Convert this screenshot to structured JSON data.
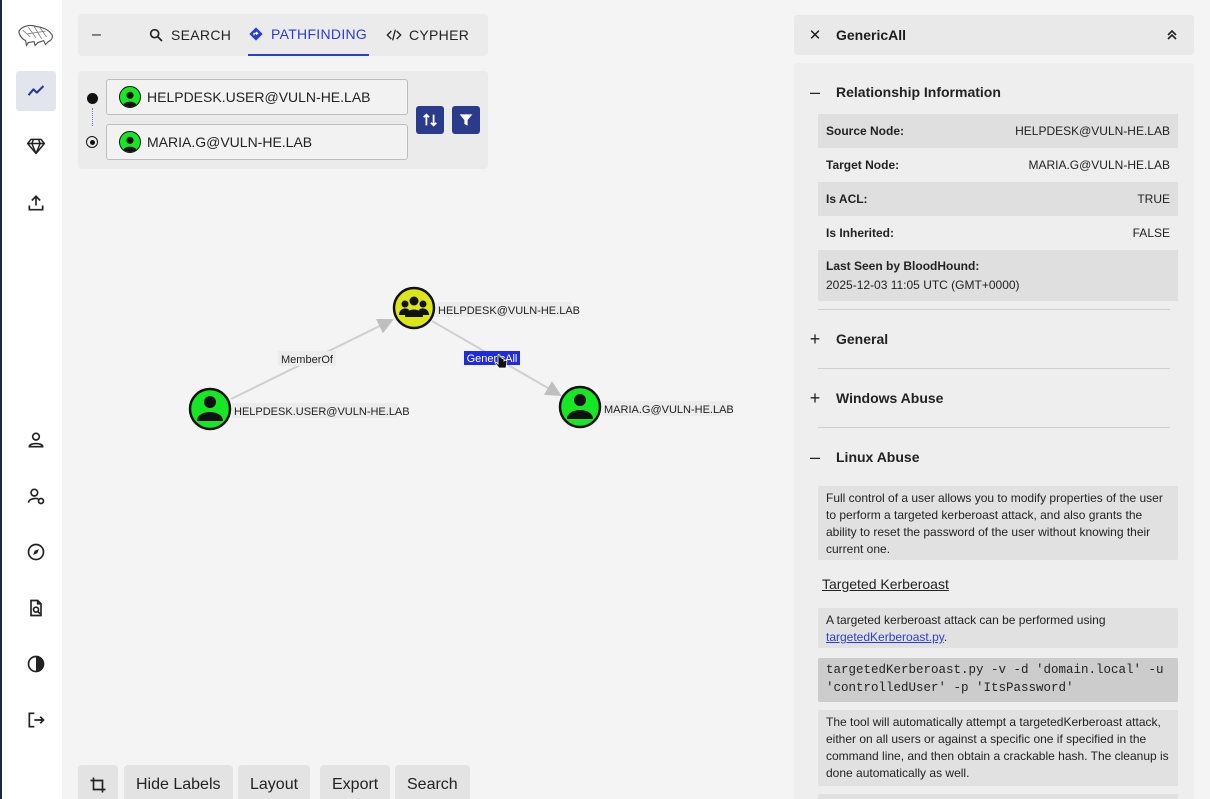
{
  "nav": {
    "items": [
      {
        "name": "logo",
        "icon": "bloodhound-logo"
      },
      {
        "name": "explore",
        "icon": "trend-line-icon"
      },
      {
        "name": "group-management",
        "icon": "gem-icon"
      },
      {
        "name": "upload",
        "icon": "upload-icon"
      },
      {
        "name": "profile",
        "icon": "person-icon"
      },
      {
        "name": "admin",
        "icon": "user-gear-icon"
      },
      {
        "name": "documentation",
        "icon": "compass-icon"
      },
      {
        "name": "search-docs",
        "icon": "file-search-icon"
      },
      {
        "name": "theme",
        "icon": "contrast-icon"
      },
      {
        "name": "logout",
        "icon": "logout-icon"
      }
    ]
  },
  "tabs": {
    "collapse": "–",
    "search": "SEARCH",
    "pathfinding": "PATHFINDING",
    "cypher": "CYPHER",
    "active": "pathfinding"
  },
  "pathfinding": {
    "source": "HELPDESK.USER@VULN-HE.LAB",
    "target": "MARIA.G@VULN-HE.LAB"
  },
  "graph": {
    "nodes": [
      {
        "id": "n1",
        "label": "HELPDESK.USER@VULN-HE.LAB",
        "type": "User",
        "color": "#17e625"
      },
      {
        "id": "n2",
        "label": "HELPDESK@VULN-HE.LAB",
        "type": "Group",
        "color": "#dbe617"
      },
      {
        "id": "n3",
        "label": "MARIA.G@VULN-HE.LAB",
        "type": "User",
        "color": "#17e625"
      }
    ],
    "edges": [
      {
        "from": "n1",
        "to": "n2",
        "label": "MemberOf"
      },
      {
        "from": "n2",
        "to": "n3",
        "label": "GenericAll",
        "selected": true
      }
    ]
  },
  "toolbar": {
    "crop_icon": "crop-icon",
    "hide_labels": "Hide Labels",
    "layout": "Layout",
    "export": "Export",
    "search": "Search"
  },
  "panel": {
    "title": "GenericAll",
    "close": "✕",
    "relationship": {
      "header": "Relationship Information",
      "source_key": "Source Node:",
      "source_val": "HELPDESK@VULN-HE.LAB",
      "target_key": "Target Node:",
      "target_val": "MARIA.G@VULN-HE.LAB",
      "acl_key": "Is ACL:",
      "acl_val": "TRUE",
      "inh_key": "Is Inherited:",
      "inh_val": "FALSE",
      "seen_key": "Last Seen by BloodHound:",
      "seen_val": "2025-12-03 11:05 UTC (GMT+0000)"
    },
    "general": "General",
    "windows_abuse": "Windows Abuse",
    "linux_abuse": {
      "header": "Linux Abuse",
      "intro": "Full control of a user allows you to modify properties of the user to perform a targeted kerberoast attack, and also grants the ability to reset the password of the user without knowing their current one.",
      "subhead": "Targeted Kerberoast",
      "p1": "A targeted kerberoast attack can be performed using",
      "p1_link": "targetedKerberoast.py",
      "p1_end": ".",
      "code": "targetedKerberoast.py -v -d 'domain.local' -u 'controlledUser' -p 'ItsPassword'",
      "p2": "The tool will automatically attempt a targetedKerberoast attack, either on all users or against a specific one if specified in the command line, and then obtain a crackable hash. The cleanup is done automatically as well."
    }
  },
  "colors": {
    "accent": "#2b3dd3",
    "button_dark": "#2b3b8c",
    "user_node": "#17e625",
    "group_node": "#dbe617",
    "selected_edge": "#1f2be0"
  }
}
